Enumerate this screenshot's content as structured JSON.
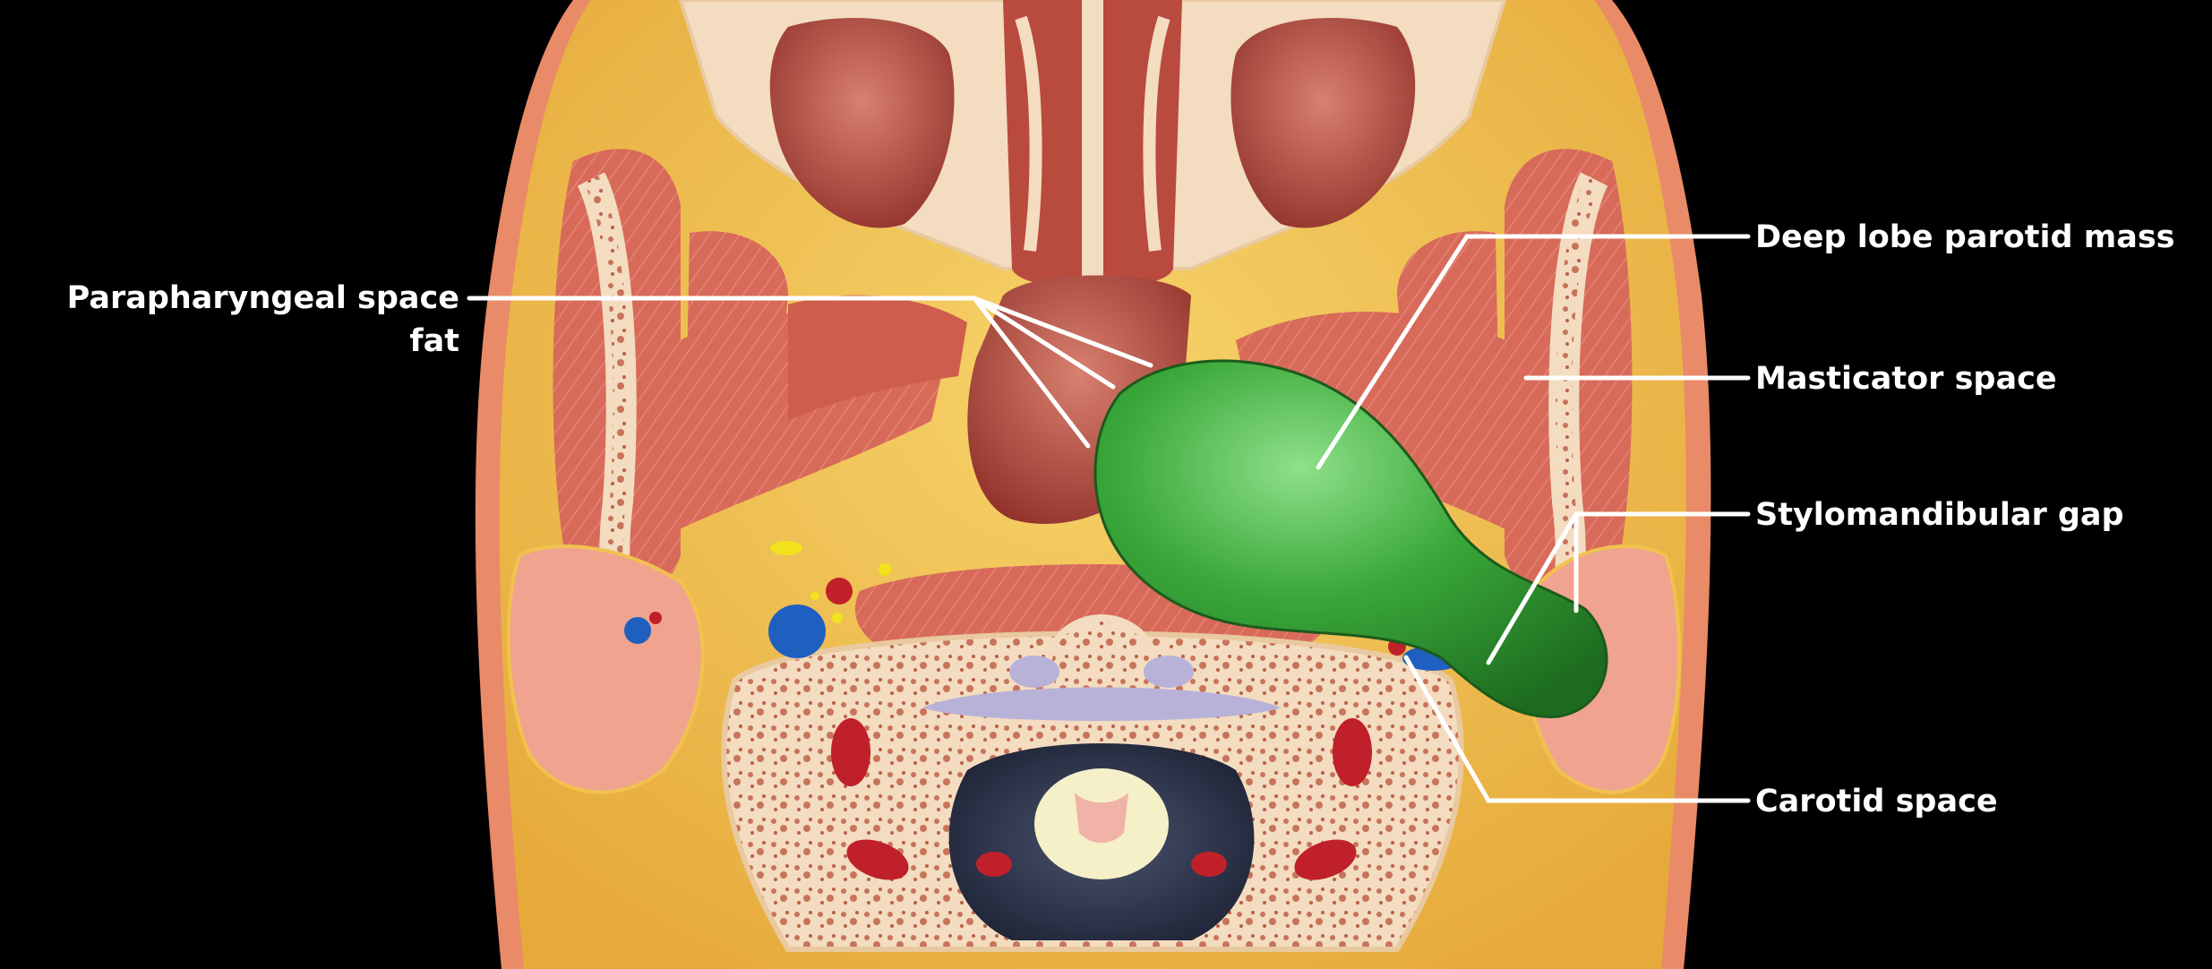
{
  "labels": {
    "parapharyngeal_line1": "Parapharyngeal space",
    "parapharyngeal_line2": "fat",
    "deep_lobe": "Deep lobe parotid mass",
    "masticator": "Masticator space",
    "stylomandibular": "Stylomandibular gap",
    "carotid": "Carotid space"
  },
  "colors": {
    "background": "#000000",
    "skin": "#e98a68",
    "fat": "#f1c24e",
    "muscle": "#d86a59",
    "bone": "#f3dcc0",
    "airway": "#a93f35",
    "mass": "#3aa83a",
    "artery": "#c0202a",
    "vein": "#1f5fc0",
    "nerve": "#f2e21c",
    "leader_line": "#ffffff"
  },
  "icons": [
    "anatomical-cross-section-illustration"
  ]
}
